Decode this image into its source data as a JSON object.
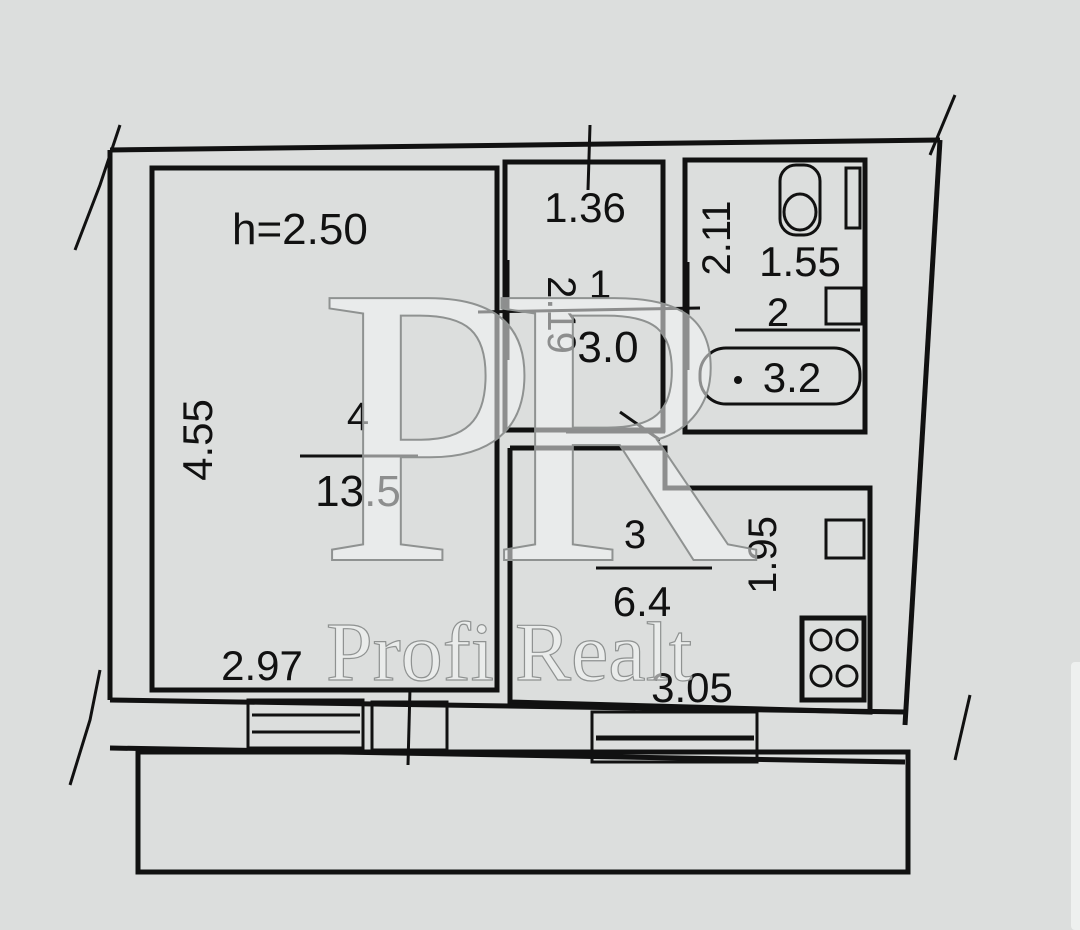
{
  "plan": {
    "ceiling_height": "h=2.50",
    "rooms": [
      {
        "id": "room-4",
        "number": "4",
        "area": "13.5"
      },
      {
        "id": "room-1",
        "number": "1",
        "area": "3.0"
      },
      {
        "id": "room-2",
        "number": "2",
        "area": "3.2"
      },
      {
        "id": "room-3",
        "number": "3",
        "area": "6.4"
      }
    ],
    "dimensions": {
      "room4_height": "4.55",
      "room4_width": "2.97",
      "hall_width": "1.36",
      "hall_length": "2.19",
      "bath_length": "2.11",
      "bath_width": "1.55",
      "kitchen_length": "1.95",
      "kitchen_width": "3.05"
    }
  },
  "watermark": {
    "monogram_1": "P",
    "monogram_2": "R",
    "brand": "Profi Realt"
  }
}
